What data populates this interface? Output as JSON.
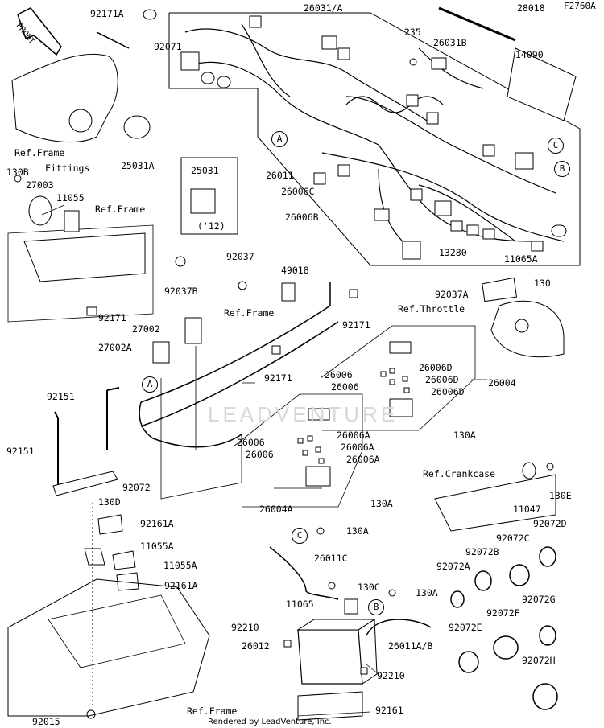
{
  "diagram_code": "F2760A",
  "front_label": "FRONT",
  "credit": "Rendered by LeadVenture, Inc.",
  "watermark": "LEADVENTURE",
  "inset_box": {
    "part": "25031",
    "year": "('12)"
  },
  "callouts": {
    "A": "A",
    "B": "B",
    "C": "C"
  },
  "parts": {
    "p92171A": "92171A",
    "p92071": "92071",
    "p26031A": "26031/A",
    "p28018": "28018",
    "p235": "235",
    "p26031B": "26031B",
    "p14090": "14090",
    "p25031A": "25031A",
    "p130B": "130B",
    "p27003": "27003",
    "p11055": "11055",
    "p25031": "25031",
    "p26011": "26011",
    "p26006C": "26006C",
    "p26006B": "26006B",
    "p13280": "13280",
    "p11065A": "11065A",
    "p92037": "92037",
    "p49018": "49018",
    "p92037B": "92037B",
    "p92037A": "92037A",
    "p130": "130",
    "p92171_a": "92171",
    "p27002": "27002",
    "p27002A": "27002A",
    "p92171_b": "92171",
    "p92171_c": "92171",
    "p26006_1": "26006",
    "p26006D_1": "26006D",
    "p26006D_2": "26006D",
    "p26006_2": "26006",
    "p26006D_3": "26006D",
    "p26004": "26004",
    "p92151_a": "92151",
    "p92151_b": "92151",
    "p130A_1": "130A",
    "p26006_3": "26006",
    "p26006A_1": "26006A",
    "p26006A_2": "26006A",
    "p26006_4": "26006",
    "p26006A_3": "26006A",
    "p92072": "92072",
    "p130D": "130D",
    "p130E": "130E",
    "p11047": "11047",
    "p26004A": "26004A",
    "p130A_2": "130A",
    "p92161A_1": "92161A",
    "p11055A_1": "11055A",
    "p11055A_2": "11055A",
    "p92161A_2": "92161A",
    "p130A_3": "130A",
    "p26011C": "26011C",
    "p130C": "130C",
    "p130A_4": "130A",
    "p92072D": "92072D",
    "p92072C": "92072C",
    "p92072B": "92072B",
    "p92072A": "92072A",
    "p92072G": "92072G",
    "p11065": "11065",
    "p92210_1": "92210",
    "p26012": "26012",
    "p26011AB": "26011A/B",
    "p92072F": "92072F",
    "p92072E": "92072E",
    "p92072H": "92072H",
    "p92210_2": "92210",
    "p92161": "92161",
    "p92015": "92015"
  },
  "refs": {
    "ref_frame_fittings_1": "Ref.Frame",
    "ref_frame_fittings_2": "Fittings",
    "ref_frame_upper": "Ref.Frame",
    "ref_frame_mid": "Ref.Frame",
    "ref_throttle": "Ref.Throttle",
    "ref_crankcase": "Ref.Crankcase",
    "ref_frame_bottom": "Ref.Frame"
  }
}
